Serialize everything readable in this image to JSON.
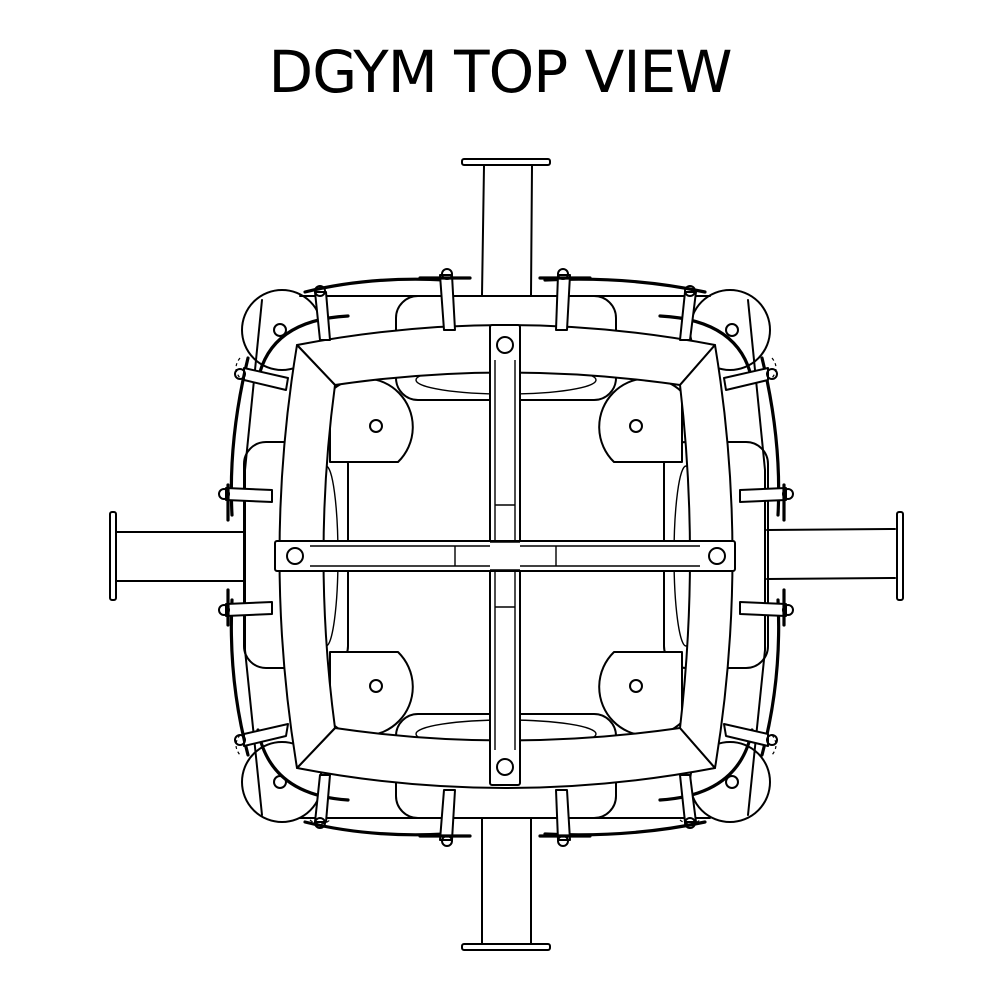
{
  "diagram": {
    "title": "DGYM TOP VIEW",
    "line_color": "#000000",
    "background": "#ffffff",
    "components": {
      "mounting_posts": [
        "top",
        "right",
        "bottom",
        "left"
      ],
      "corner_pulleys": [
        "top-left",
        "top-right",
        "bottom-right",
        "bottom-left"
      ],
      "inner_pulleys": [
        "top-left",
        "top-right",
        "bottom-right",
        "bottom-left"
      ],
      "cross_beams": [
        "vertical",
        "horizontal"
      ],
      "beam_end_pins": [
        "top",
        "right",
        "bottom",
        "left"
      ]
    }
  }
}
